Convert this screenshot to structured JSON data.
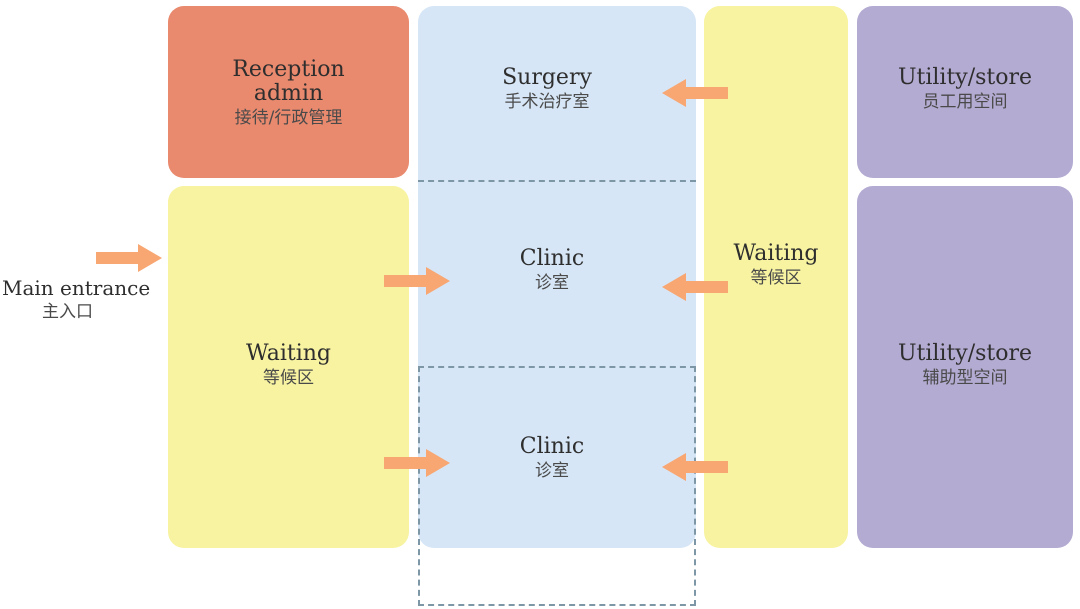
{
  "colors": {
    "reception": "#e9896e",
    "clinical": "#d6e6f6",
    "waiting": "#f7f3a1",
    "utility": "#b4abd2",
    "arrow": "#f8a672",
    "dashed": "#7e97a6"
  },
  "entrance": {
    "en": "Main entrance",
    "zh": "主入口"
  },
  "rooms": {
    "reception": {
      "en_line1": "Reception",
      "en_line2": "admin",
      "zh": "接待/行政管理"
    },
    "surgery": {
      "en": "Surgery",
      "zh": "手术治疗室"
    },
    "clinic1": {
      "en": "Clinic",
      "zh": "诊室"
    },
    "clinic2": {
      "en": "Clinic",
      "zh": "诊室"
    },
    "waiting_left": {
      "en": "Waiting",
      "zh": "等候区"
    },
    "waiting_right": {
      "en": "Waiting",
      "zh": "等候区"
    },
    "utility_top": {
      "en": "Utility/store",
      "zh": "员工用空间"
    },
    "utility_bottom": {
      "en": "Utility/store",
      "zh": "辅助型空间"
    }
  }
}
